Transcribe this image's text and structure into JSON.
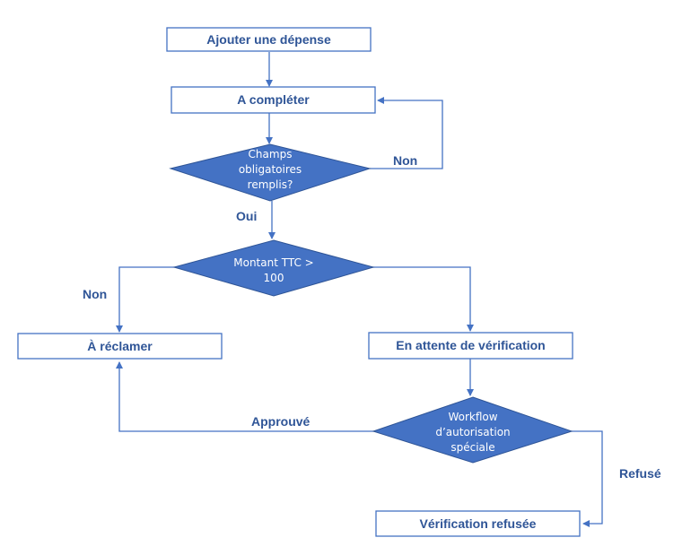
{
  "colors": {
    "accent": "#4472c4",
    "text": "#2f5597",
    "diamond_text": "#ffffff",
    "box_fill": "#ffffff"
  },
  "boxes": {
    "ajouter": "Ajouter une dépense",
    "a_completer": "A compléter",
    "a_reclamer": "À réclamer",
    "en_attente": "En attente de vérification",
    "verif_refusee": "Vérification refusée"
  },
  "decisions": {
    "champs": [
      "Champs",
      "obligatoires",
      "remplis?"
    ],
    "montant": [
      "Montant TTC >",
      "100"
    ],
    "workflow": [
      "Workflow",
      "d’autorisation",
      "spéciale"
    ]
  },
  "edge_labels": {
    "non_top": "Non",
    "oui": "Oui",
    "non_left": "Non",
    "approuve": "Approuvé",
    "refuse": "Refusé"
  }
}
